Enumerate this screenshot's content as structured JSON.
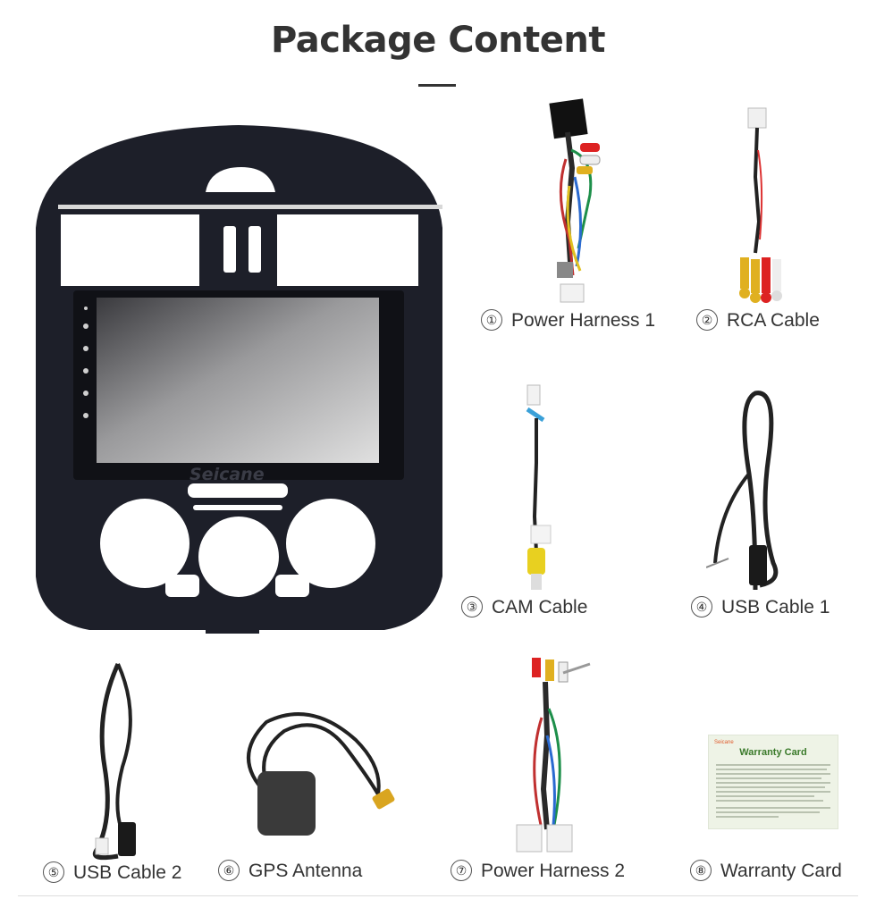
{
  "page": {
    "title": "Package Content"
  },
  "items": [
    {
      "num": "①",
      "label": "Power Harness 1"
    },
    {
      "num": "②",
      "label": "RCA Cable"
    },
    {
      "num": "③",
      "label": "CAM Cable"
    },
    {
      "num": "④",
      "label": "USB Cable 1"
    },
    {
      "num": "⑤",
      "label": "USB Cable 2"
    },
    {
      "num": "⑥",
      "label": "GPS Antenna"
    },
    {
      "num": "⑦",
      "label": "Power Harness 2"
    },
    {
      "num": "⑧",
      "label": "Warranty Card"
    }
  ],
  "stereo": {
    "brand_watermark": "Seicane"
  },
  "warranty_card": {
    "brand": "Seicane",
    "title": "Warranty Card"
  },
  "colors": {
    "frame": "#1d1f29",
    "text": "#333333",
    "card_title": "#3a7a2a"
  }
}
